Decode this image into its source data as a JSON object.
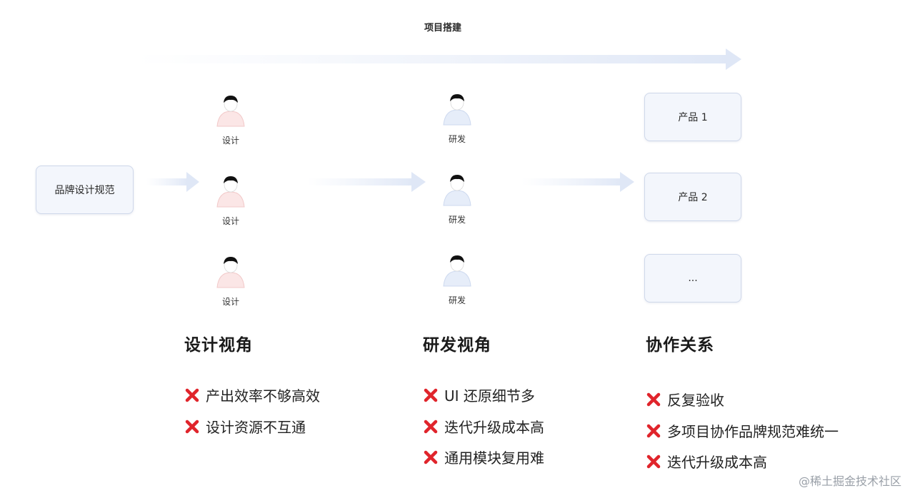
{
  "diagram": {
    "title": "项目搭建",
    "source": "品牌设计规范",
    "designers": [
      "设计",
      "设计",
      "设计"
    ],
    "developers": [
      "研发",
      "研发",
      "研发"
    ],
    "products": [
      "产品 1",
      "产品 2",
      "..."
    ]
  },
  "perspectives": {
    "design": {
      "title": "设计视角",
      "items": [
        "产出效率不够高效",
        "设计资源不互通"
      ]
    },
    "dev": {
      "title": "研发视角",
      "items": [
        "UI 还原细节多",
        "迭代升级成本高",
        "通用模块复用难"
      ]
    },
    "collab": {
      "title": "协作关系",
      "items": [
        "反复验收",
        "多项目协作品牌规范难统一",
        "迭代升级成本高"
      ]
    }
  },
  "colors": {
    "cross": "#e0242b",
    "box_fill": "#f3f6fc",
    "arrow": "#e3eaf7"
  },
  "watermark": "@稀土掘金技术社区"
}
